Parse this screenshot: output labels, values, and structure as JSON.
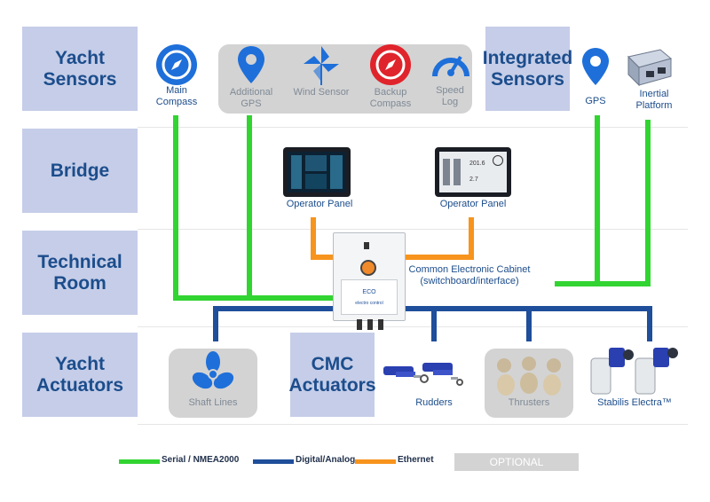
{
  "rows": {
    "sensors": "Yacht\nSensors",
    "bridge": "Bridge",
    "technical": "Technical\nRoom",
    "actuators": "Yacht\nActuators"
  },
  "integrated_sensors": "Integrated\nSensors",
  "cmc_actuators": "CMC\nActuators",
  "devices": {
    "main_compass": "Main\nCompass",
    "additional_gps": "Additional\nGPS",
    "wind_sensor": "Wind Sensor",
    "backup_compass": "Backup\nCompass",
    "speed_log": "Speed\nLog",
    "gps": "GPS",
    "inertial_platform": "Inertial\nPlatform",
    "operator_panel_left": "Operator Panel",
    "operator_panel_right": "Operator Panel",
    "cabinet": "Common Electronic Cabinet\n(switchboard/interface)",
    "cabinet_logo": "ECO",
    "cabinet_brand": "electro control",
    "shaft_lines": "Shaft Lines",
    "rudders": "Rudders",
    "thrusters": "Thrusters",
    "stabilis": "Stabilis Electra™"
  },
  "panel_right_values": {
    "top": "201.6",
    "bottom": "2.7"
  },
  "legend": {
    "serial": "Serial / NMEA2000",
    "digital": "Digital/Analog",
    "ethernet": "Ethernet",
    "optional": "OPTIONAL"
  },
  "colors": {
    "serial": "#31d431",
    "digital": "#1f4e9a",
    "ethernet": "#f7941d",
    "optional": "#d3d3d3",
    "label_blue": "#1c4d8c"
  },
  "icons": {
    "main_compass": "compass-icon",
    "additional_gps": "map-pin-icon",
    "wind_sensor": "pinwheel-icon",
    "backup_compass": "compass-icon",
    "speed_log": "speedometer-icon",
    "gps": "map-pin-icon",
    "inertial_platform": "inertial-unit-icon",
    "shaft_lines": "propeller-icon"
  }
}
